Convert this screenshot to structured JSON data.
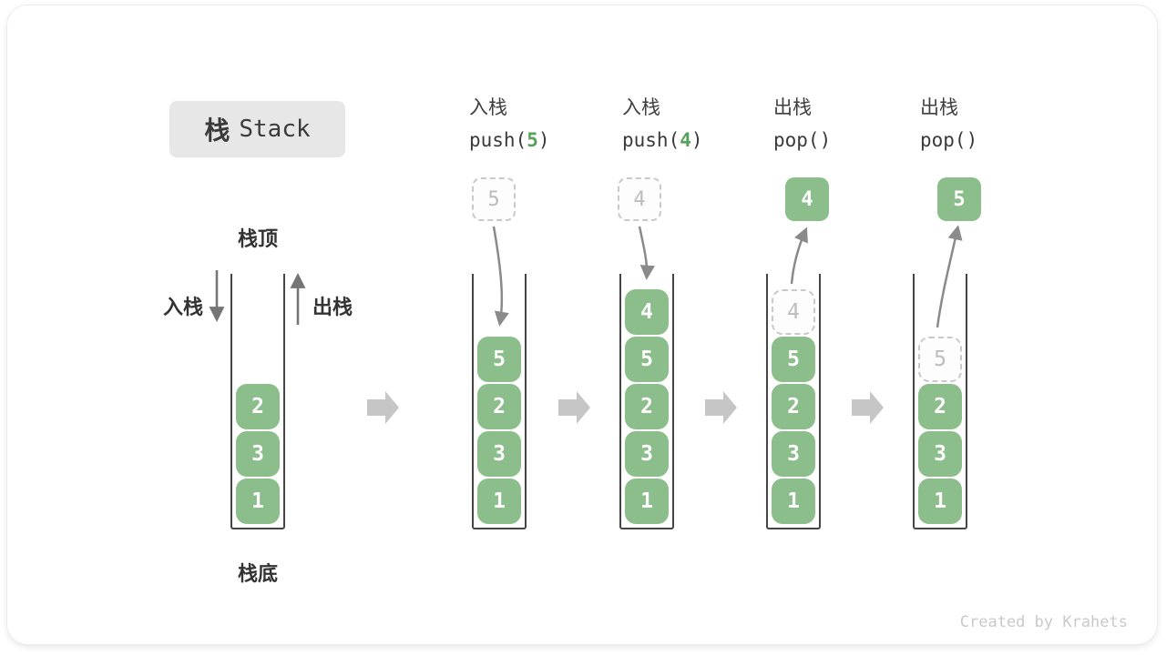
{
  "title": {
    "zh": "栈",
    "en": "Stack"
  },
  "labels": {
    "stack_top": "栈顶",
    "stack_bottom": "栈底",
    "push_side": "入栈",
    "pop_side": "出栈"
  },
  "operations": [
    {
      "name": "入栈",
      "code_fn": "push(",
      "code_arg": "5",
      "code_close": ")"
    },
    {
      "name": "入栈",
      "code_fn": "push(",
      "code_arg": "4",
      "code_close": ")"
    },
    {
      "name": "出栈",
      "code_fn": "pop(",
      "code_arg": "",
      "code_close": ")"
    },
    {
      "name": "出栈",
      "code_fn": "pop(",
      "code_arg": "",
      "code_close": ")"
    }
  ],
  "stacks": [
    {
      "step": "initial",
      "floating": null,
      "cells": [
        {
          "v": "2",
          "ghost": false
        },
        {
          "v": "3",
          "ghost": false
        },
        {
          "v": "1",
          "ghost": false
        }
      ]
    },
    {
      "step": "after push(5)",
      "floating": {
        "v": "5",
        "style": "ghost"
      },
      "cells": [
        {
          "v": "5",
          "ghost": false
        },
        {
          "v": "2",
          "ghost": false
        },
        {
          "v": "3",
          "ghost": false
        },
        {
          "v": "1",
          "ghost": false
        }
      ]
    },
    {
      "step": "after push(4)",
      "floating": {
        "v": "4",
        "style": "ghost"
      },
      "cells": [
        {
          "v": "4",
          "ghost": false
        },
        {
          "v": "5",
          "ghost": false
        },
        {
          "v": "2",
          "ghost": false
        },
        {
          "v": "3",
          "ghost": false
        },
        {
          "v": "1",
          "ghost": false
        }
      ]
    },
    {
      "step": "after pop() -> 4",
      "floating": {
        "v": "4",
        "style": "solid"
      },
      "cells": [
        {
          "v": "4",
          "ghost": true
        },
        {
          "v": "5",
          "ghost": false
        },
        {
          "v": "2",
          "ghost": false
        },
        {
          "v": "3",
          "ghost": false
        },
        {
          "v": "1",
          "ghost": false
        }
      ]
    },
    {
      "step": "after pop() -> 5",
      "floating": {
        "v": "5",
        "style": "solid"
      },
      "cells": [
        {
          "v": "5",
          "ghost": true
        },
        {
          "v": "2",
          "ghost": false
        },
        {
          "v": "3",
          "ghost": false
        },
        {
          "v": "1",
          "ghost": false
        }
      ]
    }
  ],
  "icons": {
    "step_arrow": "right-block-arrow",
    "push_arrow": "down-arrow",
    "pop_arrow": "up-arrow",
    "push_element_arrow": "curved-down-arrow",
    "pop_element_arrow": "curved-up-arrow"
  },
  "colors": {
    "cell_green": "#8cbe8c",
    "code_arg_green": "#58a158",
    "frame_border": "#454545",
    "ghost_border": "#c9c9c9",
    "ghost_text": "#bcbcbc",
    "curved_arrow": "#8a8a8a",
    "side_arrow": "#757575",
    "block_arrow": "#c6c6c6",
    "title_bg": "#e7e7e7",
    "text": "#3f3f3f",
    "watermark_text": "#c9c9c9"
  },
  "watermark": "Created by Krahets"
}
